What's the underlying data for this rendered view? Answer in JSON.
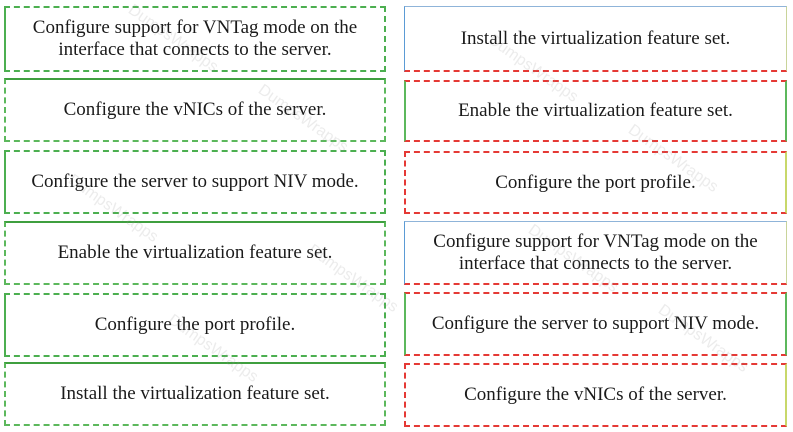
{
  "left_items": [
    "Configure support for VNTag mode on the interface that connects to the server.",
    "Configure the vNICs of the server.",
    "Configure the server to support NIV mode.",
    "Enable the virtualization feature set.",
    "Configure the port profile.",
    "Install the virtualization feature set."
  ],
  "right_items": [
    "Install the virtualization feature set.",
    "Enable the virtualization feature set.",
    "Configure the port profile.",
    "Configure support for VNTag mode on the interface that connects to the server.",
    "Configure the server to support NIV mode.",
    "Configure the vNICs of the server."
  ],
  "watermark": "DumpsWrapps",
  "colors": {
    "left_border": "#4caf50",
    "right_border": "#e53935",
    "text": "#1a1a1a"
  }
}
